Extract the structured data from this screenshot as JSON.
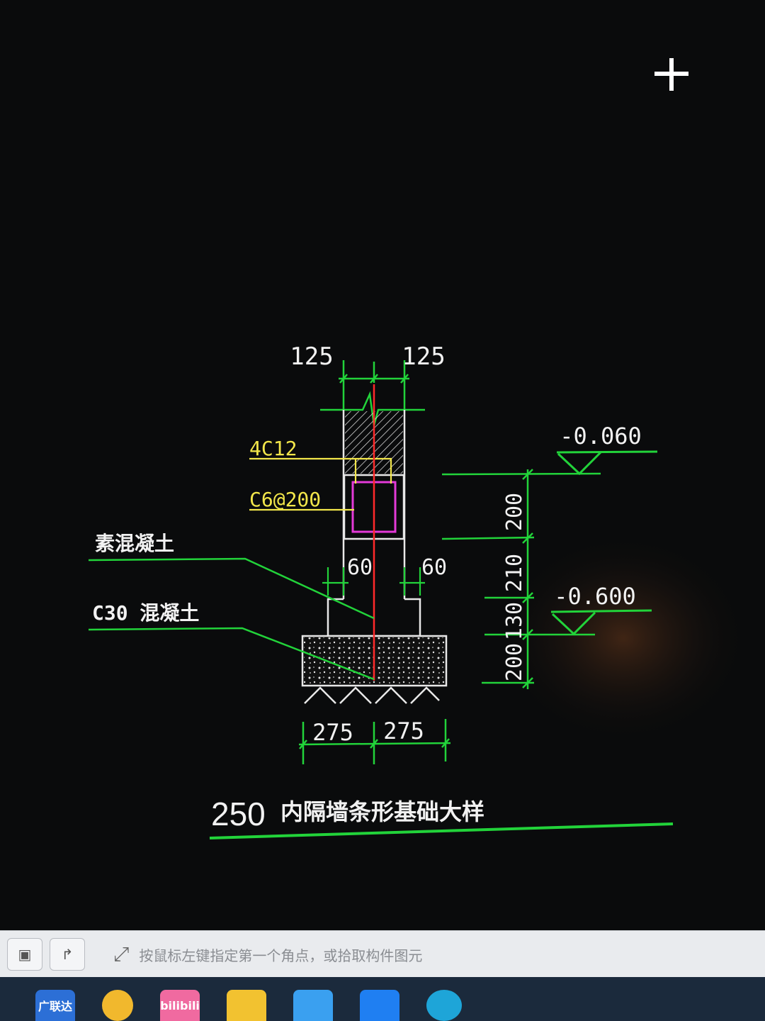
{
  "drawing": {
    "cursor_icon": "crosshair-plus-icon",
    "dims_top": [
      "125",
      "125"
    ],
    "dims_step": [
      "60",
      "60"
    ],
    "dims_bottom": [
      "275",
      "275"
    ],
    "dims_vertical": [
      "200",
      "210",
      "130",
      "200"
    ],
    "elev_top": "-0.060",
    "elev_bottom": "-0.600",
    "label_rebar_main": "4C12",
    "label_rebar_stirrup": "C6@200",
    "label_left_upper": "素混凝土",
    "label_left_lower": "C30 混凝土",
    "title_number": "250",
    "title_text": "内隔墙条形基础大样",
    "colors": {
      "line_green": "#22d33a",
      "text_white": "#f2f2f2",
      "text_yellow": "#f2e64a",
      "rebar_magenta": "#e43ad8",
      "axis_red": "#ff2a2a"
    }
  },
  "statusbar": {
    "btn1_icon": "monitor-select-icon",
    "btn2_icon": "polyline-icon",
    "prompt_icon": "resize-arrows-icon",
    "prompt_text": "按鼠标左键指定第一个角点，或拾取构件图元"
  },
  "taskbar": {
    "icons": [
      {
        "name": "app-blue-icon",
        "label": "广联达",
        "color": "#2c6fd6"
      },
      {
        "name": "app-chat-icon",
        "label": "",
        "color": "#f1b82d"
      },
      {
        "name": "app-bilibili-icon",
        "label": "bilibili",
        "color": "#f06aa0"
      },
      {
        "name": "file-explorer-icon",
        "label": "",
        "color": "#f2c230"
      },
      {
        "name": "app-doc-icon",
        "label": "",
        "color": "#3aa0f0"
      },
      {
        "name": "app-tool-icon",
        "label": "",
        "color": "#1f7ff2"
      },
      {
        "name": "edge-browser-icon",
        "label": "",
        "color": "#1ea5d8"
      }
    ]
  }
}
